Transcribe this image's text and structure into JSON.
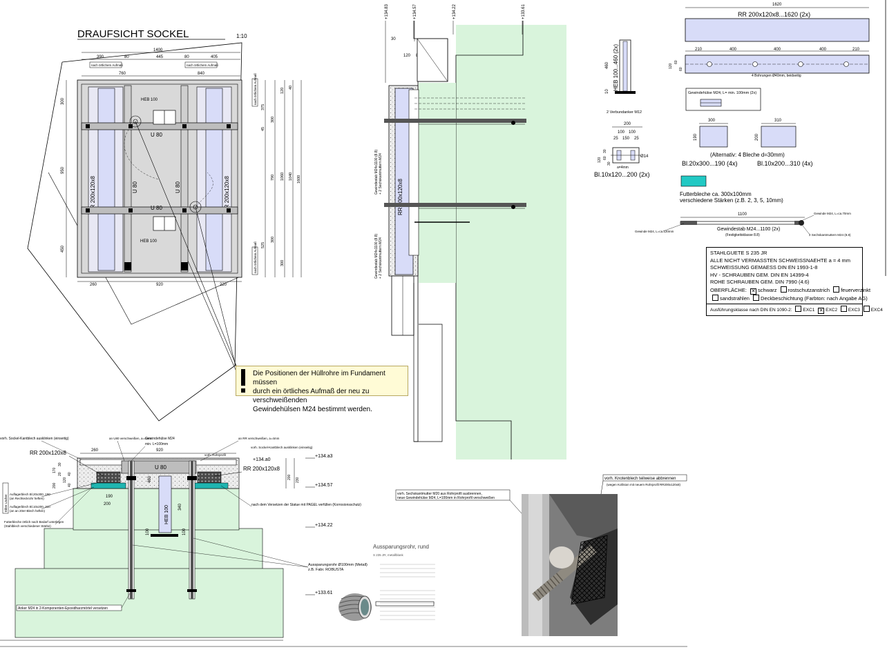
{
  "plan": {
    "title": "DRAUFSICHT SOCKEL",
    "scale": "1:10",
    "top_dims": [
      "1400",
      "390",
      "80",
      "445",
      "80",
      "405"
    ],
    "top_notes": [
      "nach örtlichem Aufmaß",
      "nach örtlichem Aufmaß"
    ],
    "sub_dims": [
      "760",
      "840"
    ],
    "bottom_dims": [
      "260",
      "920",
      "220"
    ],
    "labels": {
      "heb_top": "HEB 100",
      "heb_bottom": "HEB 100",
      "u80_top": "U 80",
      "u80_mid": "U 80",
      "u80_vert_left": "U 80",
      "u80_vert_right": "U 80",
      "rr_left": "RR 200x120x8",
      "rr_right": "RR 200x120x8"
    },
    "left_dims": [
      "300",
      "950",
      "450"
    ],
    "right_dims": [
      "375",
      "45",
      "300",
      "300",
      "525",
      "300",
      "120",
      "40",
      "1600",
      "1040",
      "1060",
      "790"
    ],
    "right_notes": [
      "nach örtlichem Aufmaß",
      "nach örtlichem Aufmaß"
    ]
  },
  "note": {
    "line1": "Die Positionen der Hüllrohre im Fundament müssen",
    "line2": "durch ein örtliches Aufmaß der neu zu verschweißenden",
    "line3": "Gewindehülsen M24 bestimmt werden."
  },
  "elevation": {
    "levels": [
      "+134.83",
      "+134.57",
      "+134.22",
      "+133.61"
    ],
    "dims": [
      "30",
      "120",
      "80"
    ],
    "rod_top": "Gewindestab M24x1100 (8.8)",
    "rod_top2": "+ 2 Sechskantmuttern M24",
    "rod_bottom": "Gewindestab M24x1100 (8.8)",
    "rod_bottom2": "+ 2 Sechskantmuttern M24",
    "rr_label": "RR 200x120x8"
  },
  "parts": {
    "heb_label": "HEB 100...460 (2x)",
    "heb_dims": [
      "460",
      "10"
    ],
    "anchor_note": "2 Verbundanker M12",
    "rr_top_dim": "1620",
    "rr_top_label": "RR 200x120x8...1620 (2x)",
    "rr_hole_dims": [
      "210",
      "400",
      "400",
      "400",
      "210"
    ],
    "rr_side_dims": [
      "120",
      "60",
      "60"
    ],
    "rr_holes_note": "4 Bohrungen Ø40mm, beidseitig",
    "sleeve_note": "Gewindehülse M24, L= min. 100mm (2x)",
    "plate_dims": [
      "200",
      "100",
      "100",
      "25",
      "150",
      "25"
    ],
    "plate_side_dims": [
      "120",
      "30",
      "60",
      "30"
    ],
    "plate_hole": "Ø14",
    "plate_weld": "a=4mm",
    "plate_label": "Bl.10x120...200 (2x)",
    "bl1_dims": [
      "300",
      "190"
    ],
    "bl2_dims": [
      "310",
      "200"
    ],
    "alt_note": "(Alternativ: 4 Bleche d=30mm)",
    "bl1_label": "Bl.20x300...190 (4x)",
    "bl2_label": "Bl.10x200...310 (4x)",
    "shim_label1": "Futterbleche ca. 300x100mm",
    "shim_label2": "verschiedene Stärken (z.B. 2, 3, 5, 10mm)",
    "rod_dim": "1100",
    "rod_label": "Gewindestab M24...1100 (2x)",
    "rod_class": "(Festigkeitsklasse 8.8)",
    "rod_left": "Gewinde M24, L=ca.120mm",
    "rod_right": "Gewinde M24, L=ca.70mm",
    "rod_nuts": "2 Sechskantmuttern M24 (8.8)"
  },
  "spec": {
    "l1": "STAHLGUETE S 235 JR",
    "l2": "ALLE NICHT VERMASSTEN SCHWEISSNAEHTE  a = 4 mm",
    "l3": "SCHWEISSUNG GEMAESS DIN EN 1993-1-8",
    "l4": "HV - SCHRAUBEN GEM. DIN EN 14399-4",
    "l5": "ROHE SCHRAUBEN GEM. DIN 7990 (4.6)",
    "surface_label": "OBERFLÄCHE:",
    "o1": "schwarz",
    "o2": "rostschutzanstrich",
    "o3": "feuerverzinkt",
    "o4": "sandstrahlen",
    "o5": "Deckbeschichtung  (Farbton: nach Angabe AG)",
    "exc_label": "Ausführungsklasse nach DIN EN 1090-2:",
    "exc": [
      "EXC1",
      "EXC2",
      "EXC3",
      "EXC4"
    ]
  },
  "section": {
    "rr_left": "RR 200x120x8",
    "rr_right": "RR 200x120x8",
    "u80": "U 80",
    "heb": "HEB 100",
    "n_kantblech_l": "vorh. Sockel-Kantblech ausklinken (einseitig)",
    "n_u80": "an U80 verschweißen, a=4mm",
    "n_sleeve": "Gewindehülse M24",
    "n_sleeve2": "min. L=100mm",
    "n_rr": "an RR verschweißen, a=4mm",
    "n_kantblech_r": "vorh. Sockel-Kantblech ausklinken (einseitig)",
    "n_rohrprofil": "vorh. Rohrprofil",
    "dim_920": "920",
    "dim_260": "260",
    "level_a": "+134.a0",
    "level_b": "+134.a3",
    "level_c": "+134.57",
    "level_d": "+134.22",
    "level_e": "+133.61",
    "n_bl1": "Auflagerblech Bl.20x300..190",
    "n_bl1b": "(an Rechteckrohr heften)",
    "n_bl2": "Auflagerblech Bl.10x200..310",
    "n_bl2b": "(an an 20er-Blech heften)",
    "n_shim": "Futterbleche örtlich nach Bedarf unterlegen",
    "n_shim2": "(Stahlblech verschiedener Stärke)",
    "n_pagel": "nach dem Versetzen der Statue mit PAGEL verfüllen (Korrosionsschutz)",
    "n_pipe": "Aussparungsrohr Ø100mm (Metall)",
    "n_pipe2": "z.B. Fabr. ROBUSTA",
    "n_anchor": "Anker M24 in 2-Komponenten-Epoxidharzmörtel versetzen",
    "side_note": "Eiber Lächer",
    "dims": [
      "190",
      "200",
      "460",
      "340",
      "100",
      "100",
      "170",
      "200",
      "30",
      "20",
      "120",
      "40",
      "40",
      "200",
      "230"
    ]
  },
  "photo": {
    "note1": "vorh. Sechskantmutter M20 aus Rohrprofil ausbrennen,",
    "note1b": "neue Gewindehülse M24, L=100mm in Rohrprofil verschweißen",
    "note2": "vorh. Knotenblech teilweise abbrennen",
    "note2b": "(wegen Kollision mit neuem Rohrprofil RR200x120x8)"
  },
  "table": {
    "title": "Aussparungsrohr, rund",
    "sub": "S 235 JR, metallblank"
  }
}
